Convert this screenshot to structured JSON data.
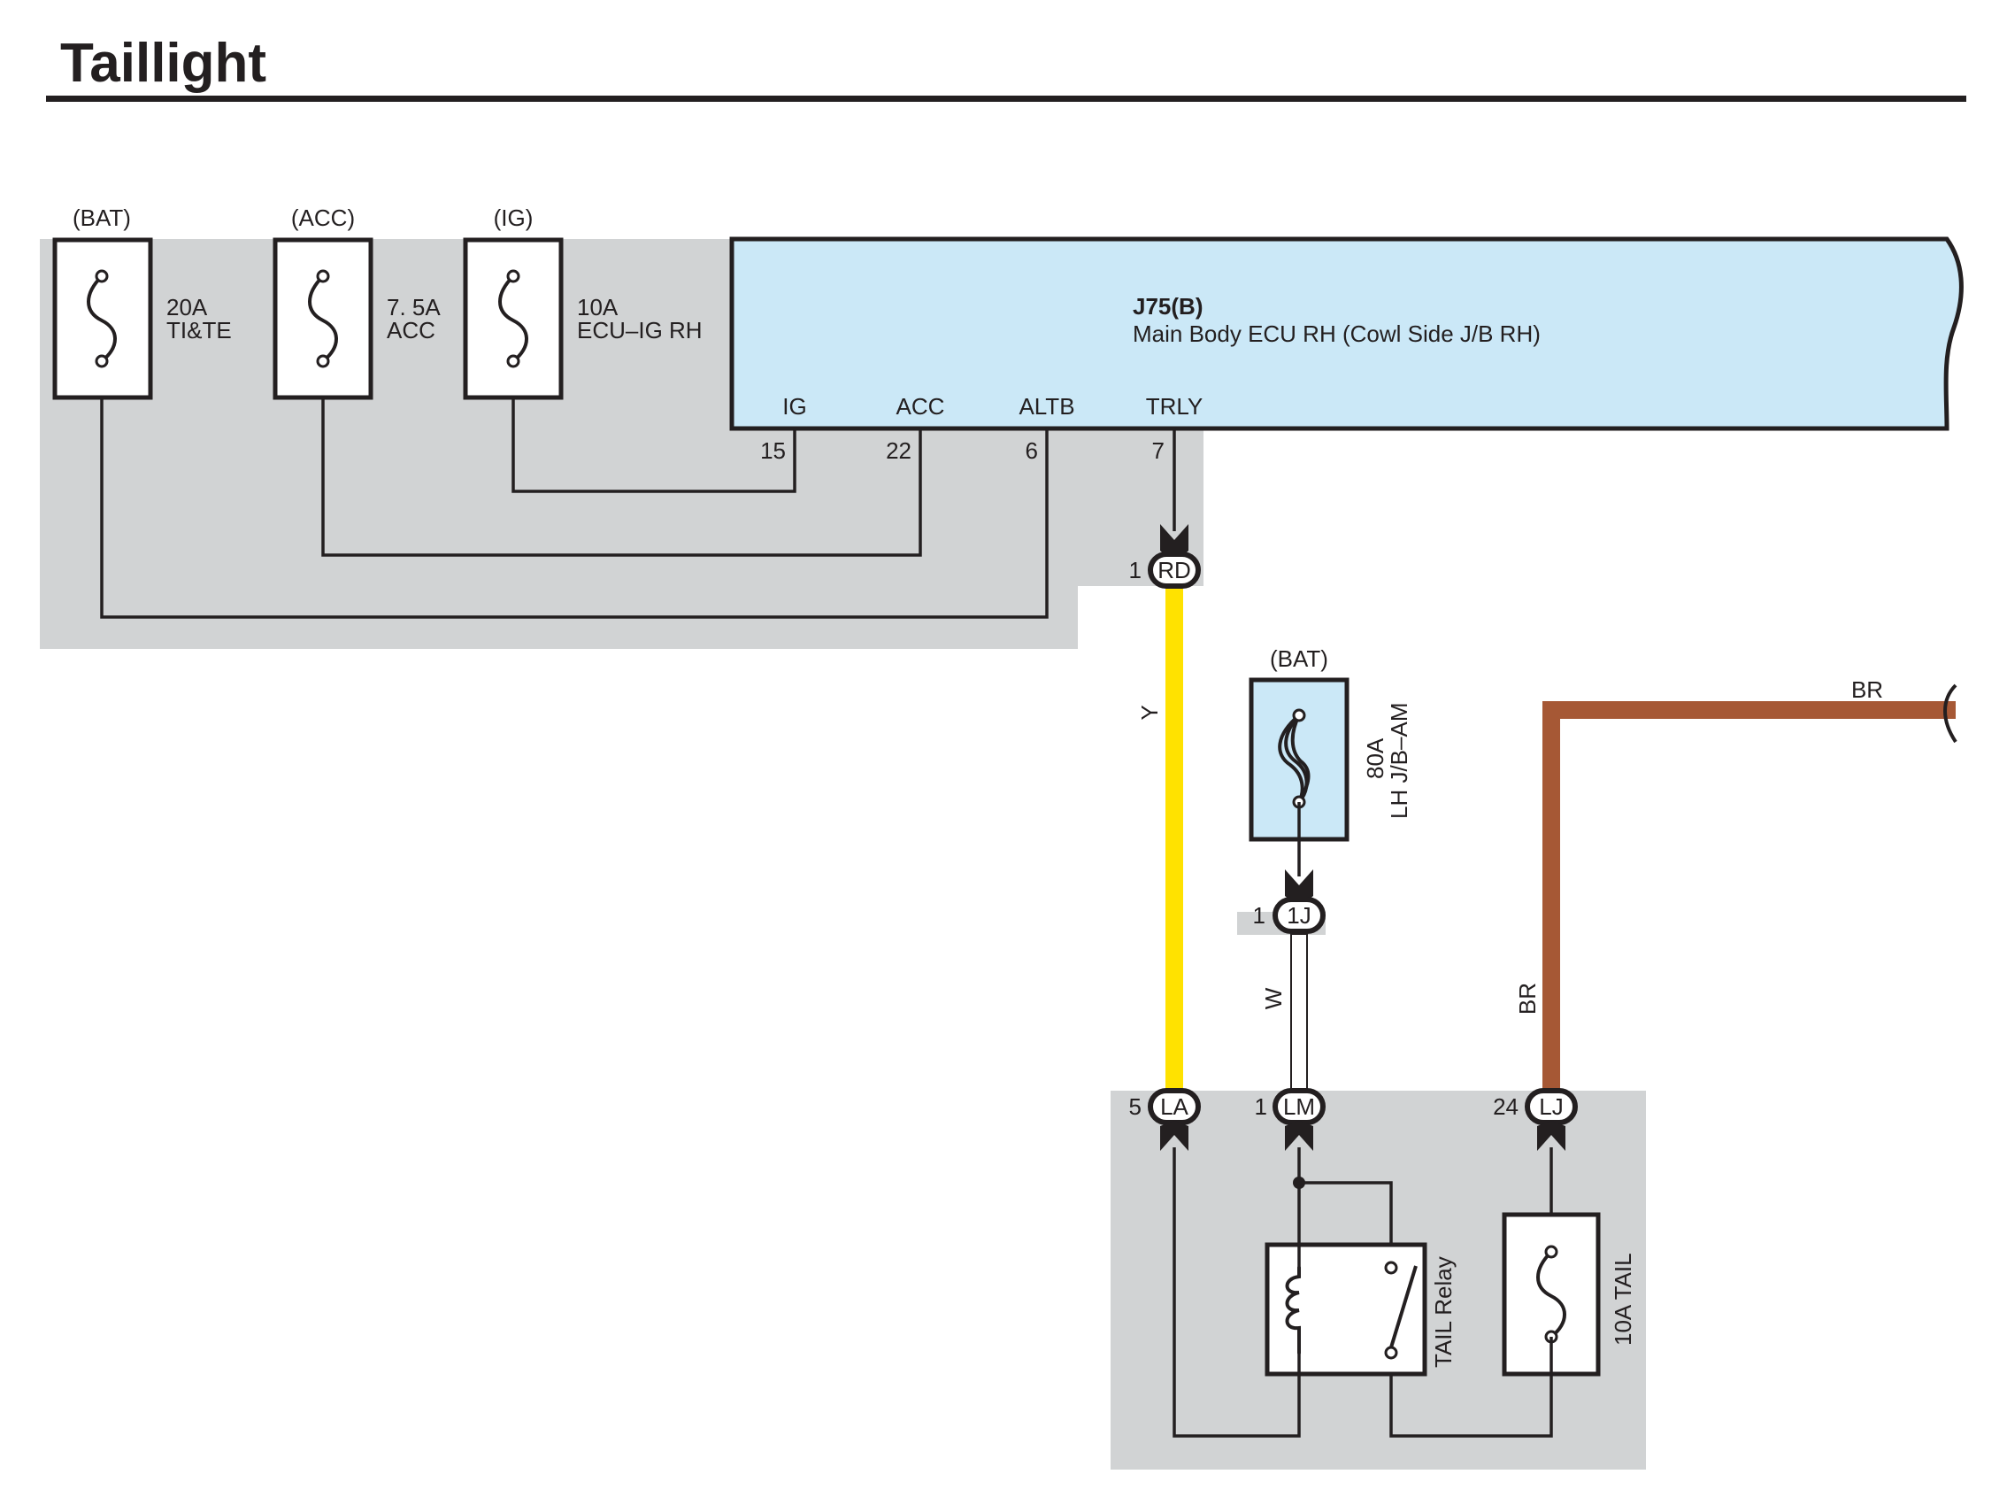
{
  "title": "Taillight",
  "colors": {
    "panel_gray": "#d1d3d4",
    "ecu_blue": "#cbe8f7",
    "wire_yellow": "#ffe200",
    "wire_brown": "#a65835",
    "wire_white": "#ffffff",
    "ink": "#231f20"
  },
  "power_sources": {
    "bat_top": "(BAT)",
    "acc": "(ACC)",
    "ig": "(IG)",
    "bat_mid": "(BAT)"
  },
  "fuses": {
    "ti_te": {
      "rating": "20A",
      "name": "TI&TE"
    },
    "acc": {
      "rating": "7. 5A",
      "name": "ACC"
    },
    "ecu_ig_rh": {
      "rating": "10A",
      "name": "ECU–IG RH"
    },
    "lh_jb_am": {
      "rating": "80A",
      "name": "LH J/B–AM"
    },
    "tail": {
      "label": "10A TAIL"
    }
  },
  "ecu": {
    "code": "J75(B)",
    "name": "Main Body ECU RH (Cowl Side J/B RH)",
    "terminals": [
      {
        "name": "IG",
        "pin": "15"
      },
      {
        "name": "ACC",
        "pin": "22"
      },
      {
        "name": "ALTB",
        "pin": "6"
      },
      {
        "name": "TRLY",
        "pin": "7"
      }
    ]
  },
  "connectors": {
    "rd": {
      "pin": "1",
      "code": "RD"
    },
    "one_j": {
      "pin": "1",
      "code": "1J"
    },
    "la": {
      "pin": "5",
      "code": "LA"
    },
    "lm": {
      "pin": "1",
      "code": "LM"
    },
    "lj": {
      "pin": "24",
      "code": "LJ"
    }
  },
  "wire_colors": {
    "yellow": "Y",
    "white": "W",
    "brown_vertical": "BR",
    "brown_horizontal": "BR"
  },
  "relay": {
    "name": "TAIL Relay"
  }
}
